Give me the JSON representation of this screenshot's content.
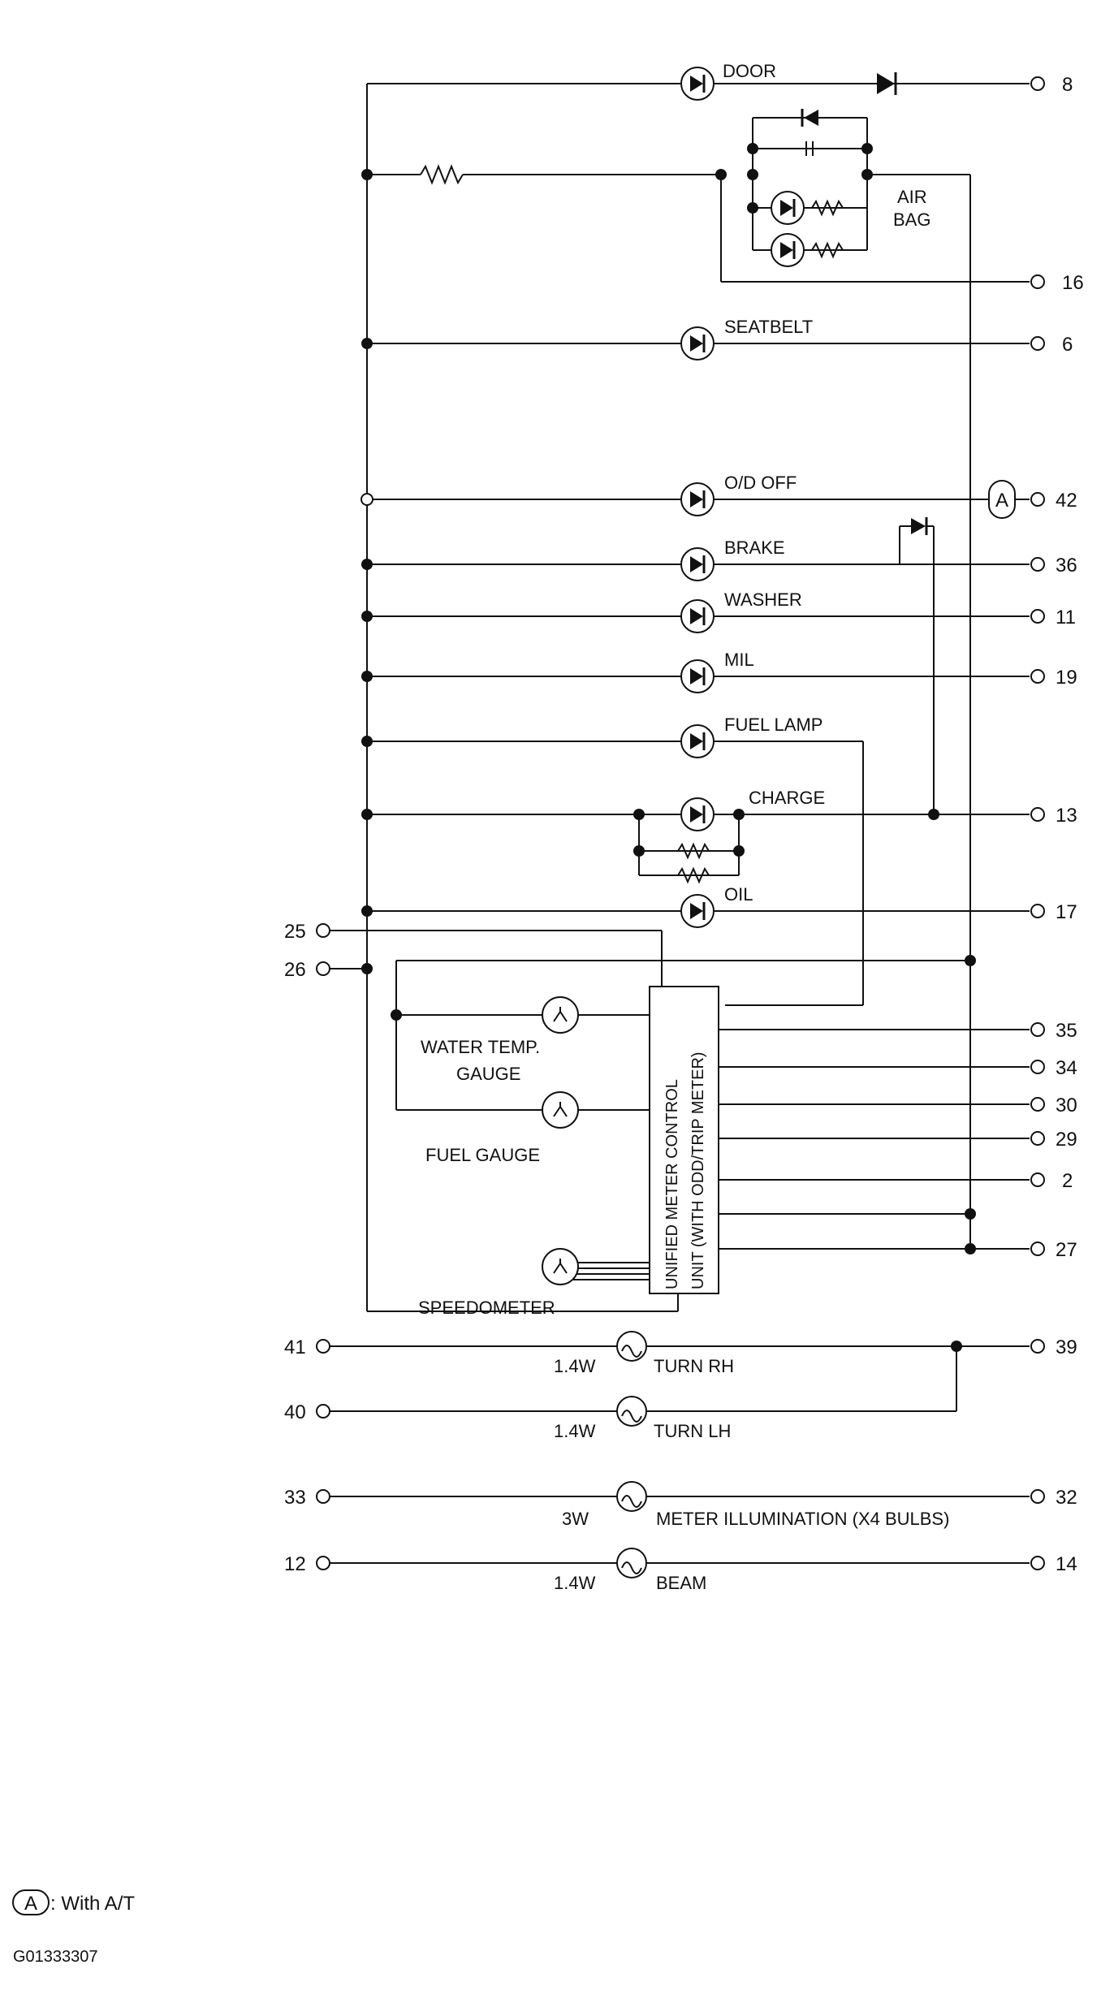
{
  "leds": [
    {
      "key": "door",
      "label": "DOOR"
    },
    {
      "key": "seatbelt",
      "label": "SEATBELT"
    },
    {
      "key": "od_off",
      "label": "O/D OFF"
    },
    {
      "key": "brake",
      "label": "BRAKE"
    },
    {
      "key": "washer",
      "label": "WASHER"
    },
    {
      "key": "mil",
      "label": "MIL"
    },
    {
      "key": "fuel_lamp",
      "label": "FUEL LAMP"
    },
    {
      "key": "charge",
      "label": "CHARGE"
    },
    {
      "key": "oil",
      "label": "OIL"
    }
  ],
  "airbag": {
    "label_line1": "AIR",
    "label_line2": "BAG"
  },
  "gauges": {
    "water_temp_line1": "WATER TEMP.",
    "water_temp_line2": "GAUGE",
    "fuel": "FUEL GAUGE",
    "speedometer": "SPEEDOMETER"
  },
  "control_unit": {
    "line1": "UNIFIED METER CONTROL",
    "line2": "UNIT (WITH ODD/TRIP METER)"
  },
  "bulbs": [
    {
      "key": "turn_rh",
      "label": "TURN RH",
      "watt": "1.4W"
    },
    {
      "key": "turn_lh",
      "label": "TURN LH",
      "watt": "1.4W"
    },
    {
      "key": "meter_illum",
      "label": "METER ILLUMINATION (X4 BULBS)",
      "watt": "3W"
    },
    {
      "key": "beam",
      "label": "BEAM",
      "watt": "1.4W"
    }
  ],
  "pins": {
    "right": [
      "8",
      "16",
      "6",
      "42",
      "36",
      "11",
      "19",
      "13",
      "17",
      "35",
      "34",
      "30",
      "29",
      "2",
      "27",
      "39",
      "32",
      "14"
    ],
    "left": [
      "25",
      "26",
      "41",
      "40",
      "33",
      "12"
    ]
  },
  "option_marker": "A",
  "legend": {
    "marker": "A",
    "text": ": With A/T"
  },
  "figure_id": "G01333307"
}
